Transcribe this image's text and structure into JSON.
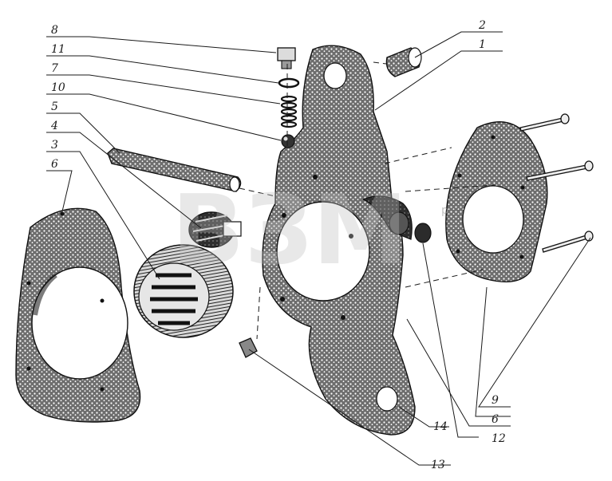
{
  "watermark": {
    "text": "ВЗМ",
    "suffix": "р"
  },
  "callouts": [
    {
      "id": "c8",
      "label": "8"
    },
    {
      "id": "c11",
      "label": "11"
    },
    {
      "id": "c7",
      "label": "7"
    },
    {
      "id": "c10",
      "label": "10"
    },
    {
      "id": "c5",
      "label": "5"
    },
    {
      "id": "c4",
      "label": "4"
    },
    {
      "id": "c3",
      "label": "3"
    },
    {
      "id": "c6a",
      "label": "6"
    },
    {
      "id": "c2",
      "label": "2"
    },
    {
      "id": "c1",
      "label": "1"
    },
    {
      "id": "c9",
      "label": "9"
    },
    {
      "id": "c6b",
      "label": "6"
    },
    {
      "id": "c12",
      "label": "12"
    },
    {
      "id": "c13",
      "label": "13"
    },
    {
      "id": "c14",
      "label": "14"
    }
  ],
  "parts": [
    {
      "id": "lever-body",
      "callout": "1"
    },
    {
      "id": "bushing",
      "callout": "2"
    },
    {
      "id": "worm-gear",
      "callout": "3"
    },
    {
      "id": "worm",
      "callout": "4"
    },
    {
      "id": "worm-shaft",
      "callout": "5"
    },
    {
      "id": "side-cover-left",
      "callout": "6"
    },
    {
      "id": "side-cover-right",
      "callout": "6"
    },
    {
      "id": "spring",
      "callout": "7"
    },
    {
      "id": "bolt",
      "callout": "8"
    },
    {
      "id": "rivets",
      "callout": "9"
    },
    {
      "id": "ball",
      "callout": "10"
    },
    {
      "id": "washer",
      "callout": "11"
    },
    {
      "id": "plug",
      "callout": "12"
    },
    {
      "id": "grease-fitting",
      "callout": "13"
    },
    {
      "id": "lever-arm",
      "callout": "14"
    }
  ],
  "colors": {
    "ink": "#111111",
    "paper": "#ffffff",
    "fill_dark": "#2e2e2e",
    "fill_mid": "#7a7a7a",
    "fill_light": "#c9c9c9"
  }
}
